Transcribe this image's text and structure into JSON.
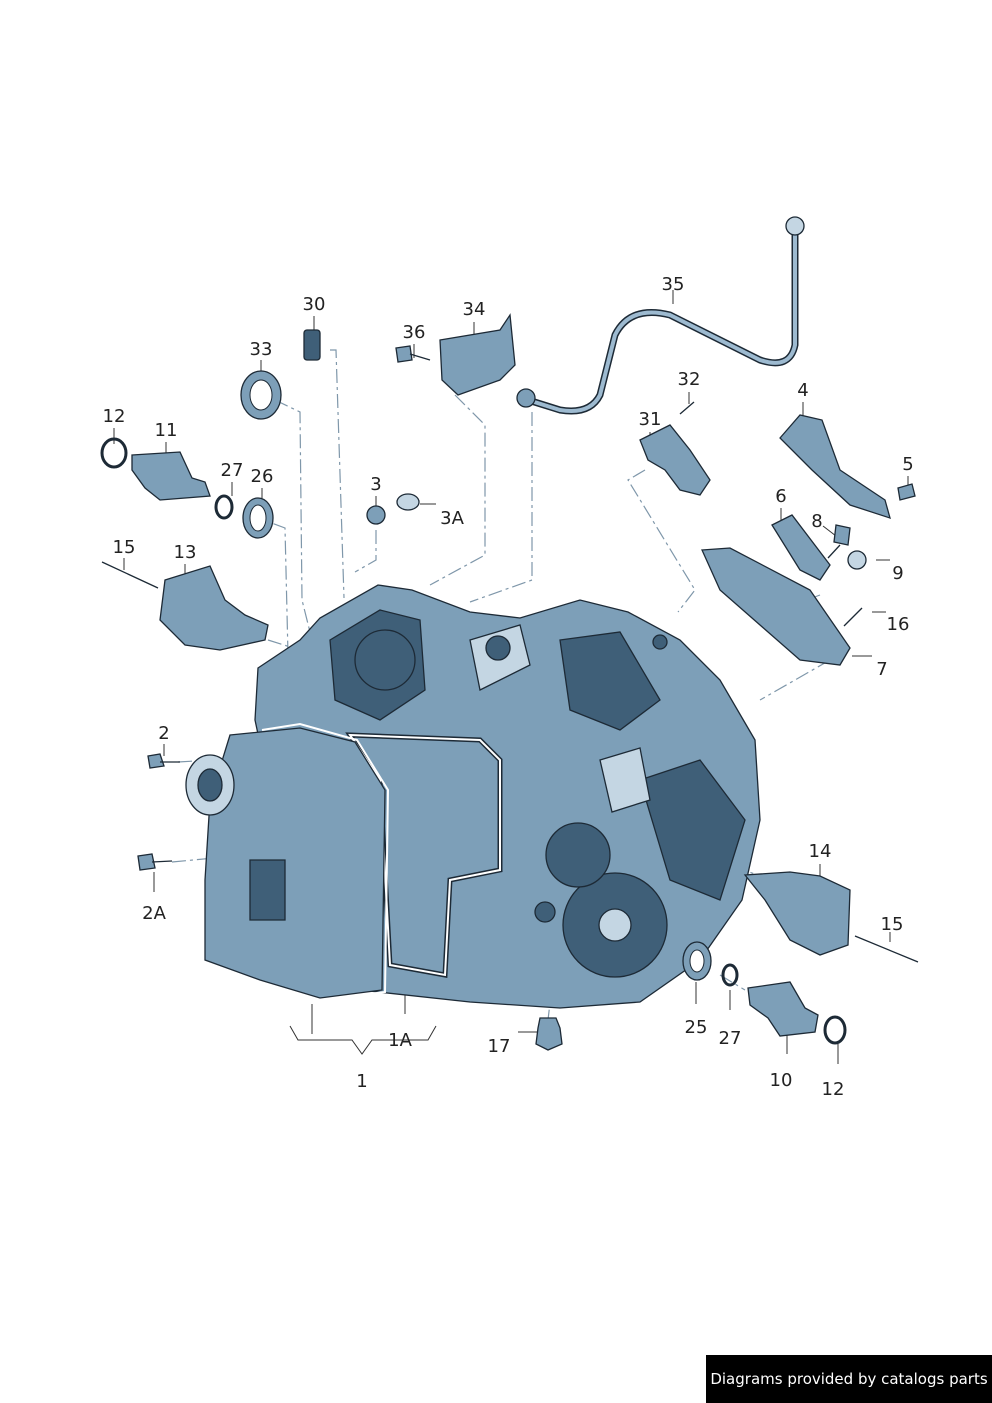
{
  "callouts": [
    {
      "id": "30",
      "label": "30"
    },
    {
      "id": "34",
      "label": "34"
    },
    {
      "id": "35",
      "label": "35"
    },
    {
      "id": "33",
      "label": "33"
    },
    {
      "id": "36",
      "label": "36"
    },
    {
      "id": "32",
      "label": "32"
    },
    {
      "id": "12a",
      "label": "12"
    },
    {
      "id": "11",
      "label": "11"
    },
    {
      "id": "4",
      "label": "4"
    },
    {
      "id": "31",
      "label": "31"
    },
    {
      "id": "27a",
      "label": "27"
    },
    {
      "id": "26",
      "label": "26"
    },
    {
      "id": "5",
      "label": "5"
    },
    {
      "id": "3",
      "label": "3"
    },
    {
      "id": "3A",
      "label": "3A"
    },
    {
      "id": "6",
      "label": "6"
    },
    {
      "id": "8",
      "label": "8"
    },
    {
      "id": "15a",
      "label": "15"
    },
    {
      "id": "13",
      "label": "13"
    },
    {
      "id": "9",
      "label": "9"
    },
    {
      "id": "16",
      "label": "16"
    },
    {
      "id": "7",
      "label": "7"
    },
    {
      "id": "2",
      "label": "2"
    },
    {
      "id": "14",
      "label": "14"
    },
    {
      "id": "2A",
      "label": "2A"
    },
    {
      "id": "15b",
      "label": "15"
    },
    {
      "id": "25",
      "label": "25"
    },
    {
      "id": "27b",
      "label": "27"
    },
    {
      "id": "1A",
      "label": "1A"
    },
    {
      "id": "17",
      "label": "17"
    },
    {
      "id": "1",
      "label": "1"
    },
    {
      "id": "10",
      "label": "10"
    },
    {
      "id": "12b",
      "label": "12"
    }
  ],
  "footer": {
    "text": "Diagrams provided by catalogs parts"
  },
  "colors": {
    "part": "#7d9fb8",
    "part_dark": "#3f5f78",
    "part_light": "#c4d6e3",
    "outline": "#1d2a36"
  }
}
